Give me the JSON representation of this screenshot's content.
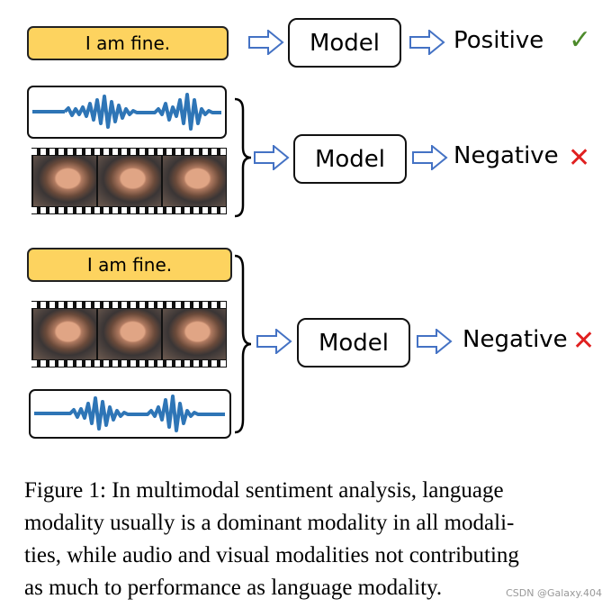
{
  "rows": [
    {
      "text": "I am fine.",
      "model": "Model",
      "output": "Positive",
      "mark": "✓"
    },
    {
      "model": "Model",
      "output": "Negative",
      "mark": "✕"
    },
    {
      "text": "I am fine.",
      "model": "Model",
      "output": "Negative",
      "mark": "✕"
    }
  ],
  "colors": {
    "text_box": "#fdd35f",
    "waveform": "#2e75b6",
    "arrow_outline": "#4472c4",
    "check": "#4c8a2a",
    "cross": "#e02020"
  },
  "icons": [
    "right-arrow-icon",
    "curly-brace-icon",
    "waveform-icon",
    "film-strip-icon",
    "check-icon",
    "cross-icon"
  ],
  "caption": {
    "lines": [
      "Figure 1: In multimodal sentiment analysis, language",
      "modality usually is a dominant modality in all modali-",
      "ties, while audio and visual modalities not contributing",
      "as much to performance as language modality."
    ]
  },
  "watermark": "CSDN @Galaxy.404"
}
